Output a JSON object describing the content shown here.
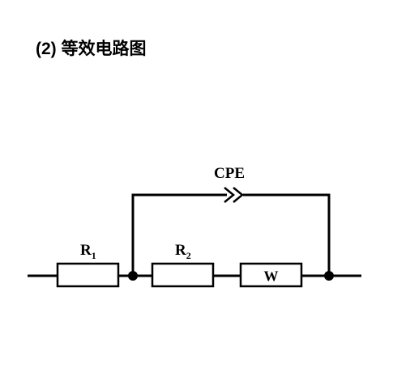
{
  "heading": "(2) 等效电路图",
  "circuit": {
    "r1": {
      "letter": "R",
      "sub": "1"
    },
    "r2": {
      "letter": "R",
      "sub": "2"
    },
    "warburg": "W",
    "cpe": "CPE"
  },
  "colors": {
    "ink": "#000000",
    "background": "#ffffff"
  }
}
